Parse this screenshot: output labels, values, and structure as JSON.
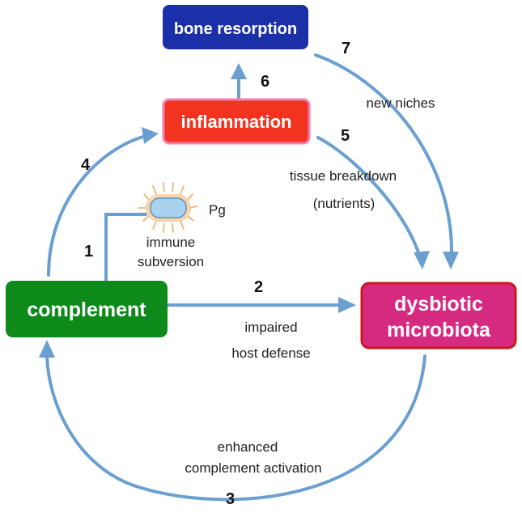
{
  "nodes": {
    "bone_resorption": {
      "label": "bone resorption",
      "color": "#1a2fa8"
    },
    "inflammation": {
      "label": "inflammation",
      "color": "#f2331f",
      "border": "#f07fb0"
    },
    "complement": {
      "label": "complement",
      "color": "#0e8a1b"
    },
    "dysbiotic": {
      "line1": "dysbiotic",
      "line2": "microbiota",
      "color": "#d62a80",
      "border": "#c9171e"
    }
  },
  "pathogen": {
    "label": "Pg"
  },
  "edges": [
    {
      "number": "1",
      "caption_lines": [
        "immune",
        "subversion"
      ]
    },
    {
      "number": "2",
      "caption_lines": [
        "impaired",
        "host defense"
      ]
    },
    {
      "number": "3",
      "caption_lines": [
        "enhanced",
        "complement activation"
      ]
    },
    {
      "number": "4",
      "caption_lines": []
    },
    {
      "number": "5",
      "caption_lines": [
        "tissue breakdown",
        "(nutrients)"
      ]
    },
    {
      "number": "6",
      "caption_lines": []
    },
    {
      "number": "7",
      "caption_lines": [
        "new niches"
      ]
    }
  ],
  "colors": {
    "arrow": "#6a9fcf",
    "bacterium_fill": "#a9d2ee",
    "bacterium_outline": "#5b8fc4",
    "bacterium_halo": "#f3a864"
  }
}
